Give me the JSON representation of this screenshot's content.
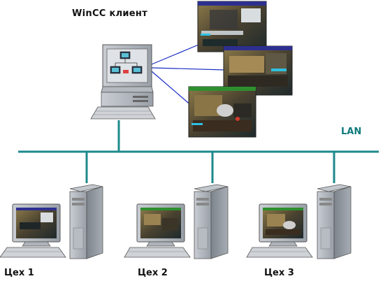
{
  "client": {
    "label": "WinCC клиент"
  },
  "network": {
    "label": "LAN",
    "color": "#1d8a8c",
    "link_color": "#1a2fc4"
  },
  "workstations": [
    {
      "label": "Цех 1"
    },
    {
      "label": "Цех 2"
    },
    {
      "label": "Цех 3"
    }
  ],
  "icons": {
    "client_pc": "desktop-computer-icon",
    "server": "tower-server-icon",
    "monitor": "crt-monitor-icon",
    "screen": "process-screen-icon"
  }
}
